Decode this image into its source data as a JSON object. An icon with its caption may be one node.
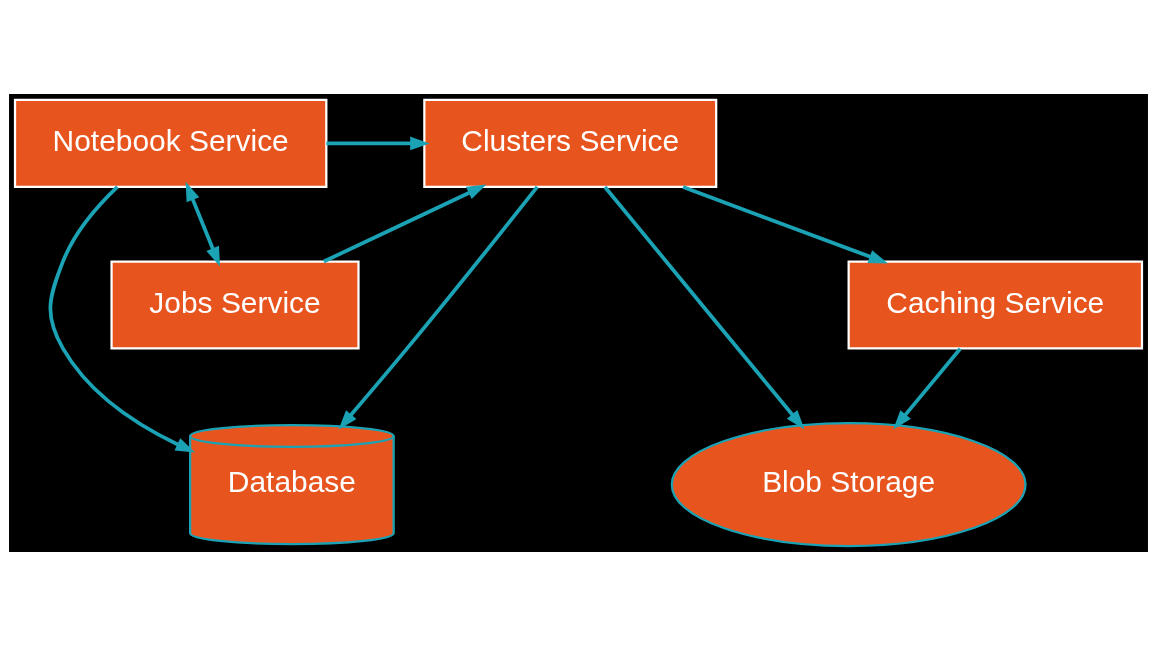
{
  "diagram": {
    "nodes": [
      {
        "text": [
          "Database"
        ]
      },
      {
        "text": [
          "Blob Storage"
        ]
      },
      {
        "text": [
          "Notebook Service"
        ]
      },
      {
        "text": [
          "Clusters Service"
        ]
      },
      {
        "text": [
          "Jobs Service"
        ]
      },
      {
        "text": [
          "Caching Service"
        ]
      }
    ],
    "edges": [
      {
        "from": 2,
        "to": 0,
        "arrow": "to"
      },
      {
        "from": 3,
        "to": 0,
        "arrow": "to"
      },
      {
        "from": 3,
        "to": 1,
        "arrow": "to"
      },
      {
        "from": 2,
        "to": 3,
        "arrow": "to"
      },
      {
        "from": 2,
        "to": 4,
        "arrow": "both"
      },
      {
        "from": 4,
        "to": 3,
        "arrow": "to"
      },
      {
        "from": 3,
        "to": 5,
        "arrow": "to"
      },
      {
        "from": 5,
        "to": 1,
        "arrow": "to"
      }
    ]
  }
}
